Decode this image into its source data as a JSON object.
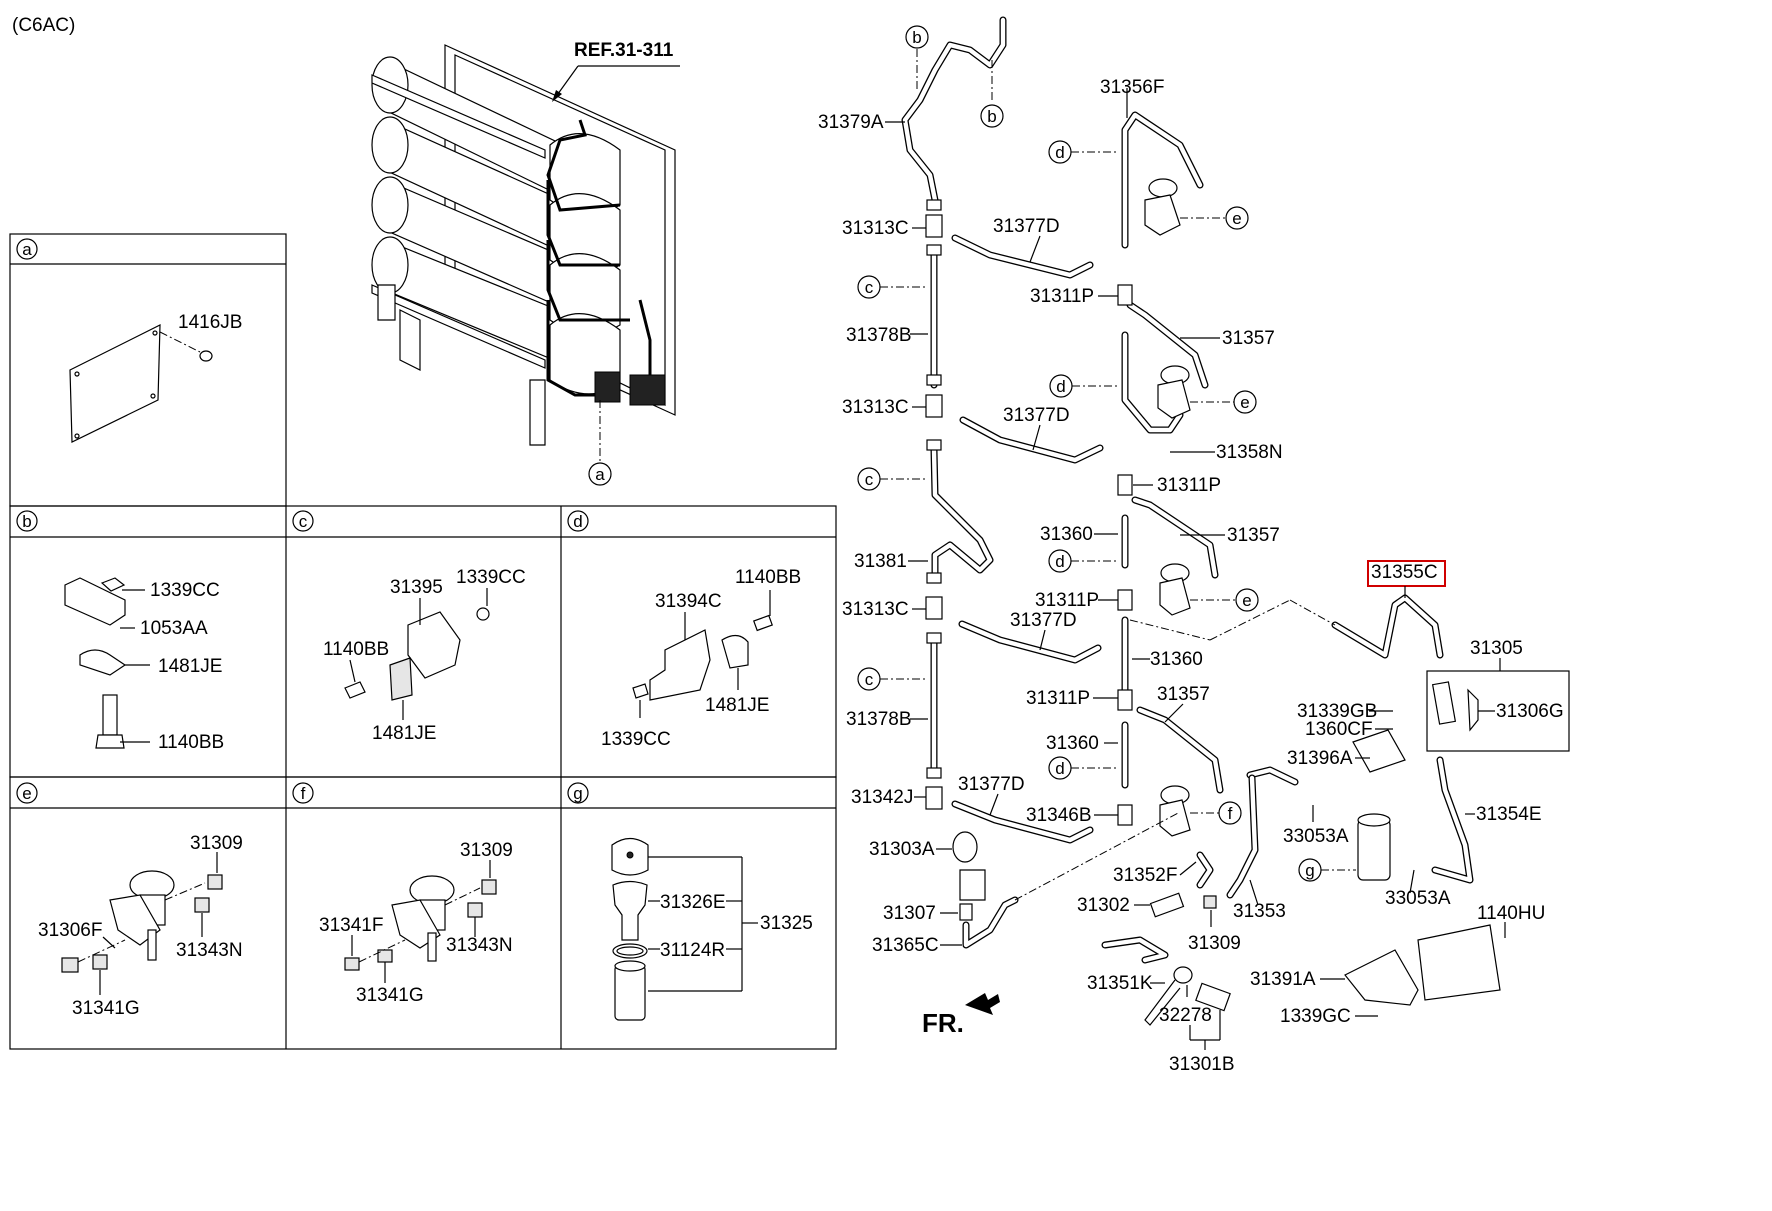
{
  "header": {
    "model_code": "(C6AC)",
    "reference": "REF.31-311"
  },
  "direction": "FR.",
  "highlighted_part": "31355C",
  "panels": [
    {
      "letter": "a",
      "parts": [
        "1416JB"
      ]
    },
    {
      "letter": "b",
      "parts": [
        "1339CC",
        "1053AA",
        "1481JE",
        "1140BB"
      ]
    },
    {
      "letter": "c",
      "parts": [
        "31395",
        "1339CC",
        "1140BB",
        "1481JE"
      ]
    },
    {
      "letter": "d",
      "parts": [
        "31394C",
        "1140BB",
        "1481JE",
        "1339CC"
      ]
    },
    {
      "letter": "e",
      "parts": [
        "31309",
        "31306F",
        "31343N",
        "31341G"
      ]
    },
    {
      "letter": "f",
      "parts": [
        "31309",
        "31341F",
        "31343N",
        "31341G"
      ]
    },
    {
      "letter": "g",
      "parts": [
        "31326E",
        "31124R",
        "31325"
      ]
    }
  ],
  "callouts": [
    "a",
    "b",
    "b",
    "b",
    "c",
    "c",
    "c",
    "d",
    "d",
    "d",
    "d",
    "e",
    "e",
    "e",
    "f",
    "g"
  ],
  "main_labels": [
    "31379A",
    "31356F",
    "31313C",
    "31377D",
    "31311P",
    "31378B",
    "31357",
    "31313C",
    "31377D",
    "31358N",
    "31311P",
    "31360",
    "31357",
    "31381",
    "31311P",
    "31313C",
    "31377D",
    "31360",
    "31355C",
    "31305",
    "31311P",
    "31357",
    "31378B",
    "31360",
    "31339GB",
    "31306G",
    "1360CF",
    "31396A",
    "31342J",
    "31377D",
    "31346B",
    "31303A",
    "31352F",
    "33053A",
    "31354E",
    "31307",
    "31302",
    "31353",
    "33053A",
    "31365C",
    "31309",
    "1140HU",
    "31351K",
    "31391A",
    "32278",
    "1339GC",
    "31301B"
  ]
}
